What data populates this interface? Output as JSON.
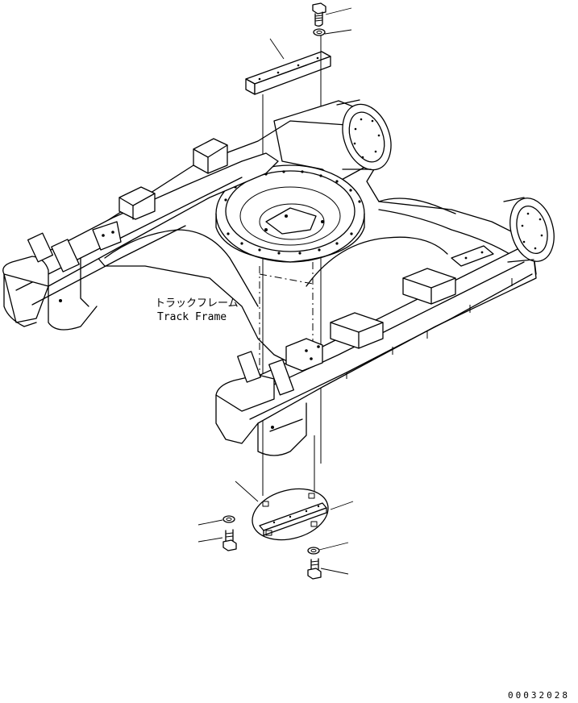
{
  "diagram": {
    "label_japanese": "トラックフレーム",
    "label_english": "Track Frame",
    "drawing_code": "00032028"
  }
}
